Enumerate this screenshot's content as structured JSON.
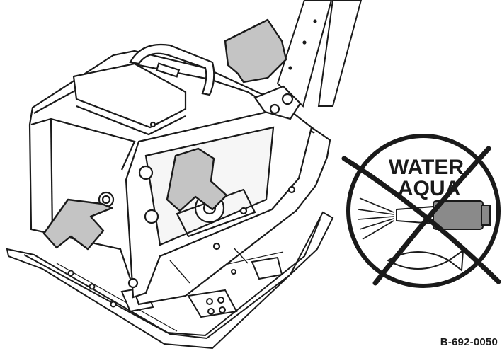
{
  "figure": {
    "code": "B-692-0050",
    "warning_symbol": {
      "word_1": "WATER",
      "word_2": "AQUA",
      "icon": "no-water-cleaning-icon"
    },
    "callout_arrow_icon": "gray-arrow-icon",
    "callout_arrow_count": 3,
    "colors": {
      "line": "#1a1a1a",
      "arrow_fill": "#c4c4c4",
      "background": "#ffffff"
    }
  }
}
